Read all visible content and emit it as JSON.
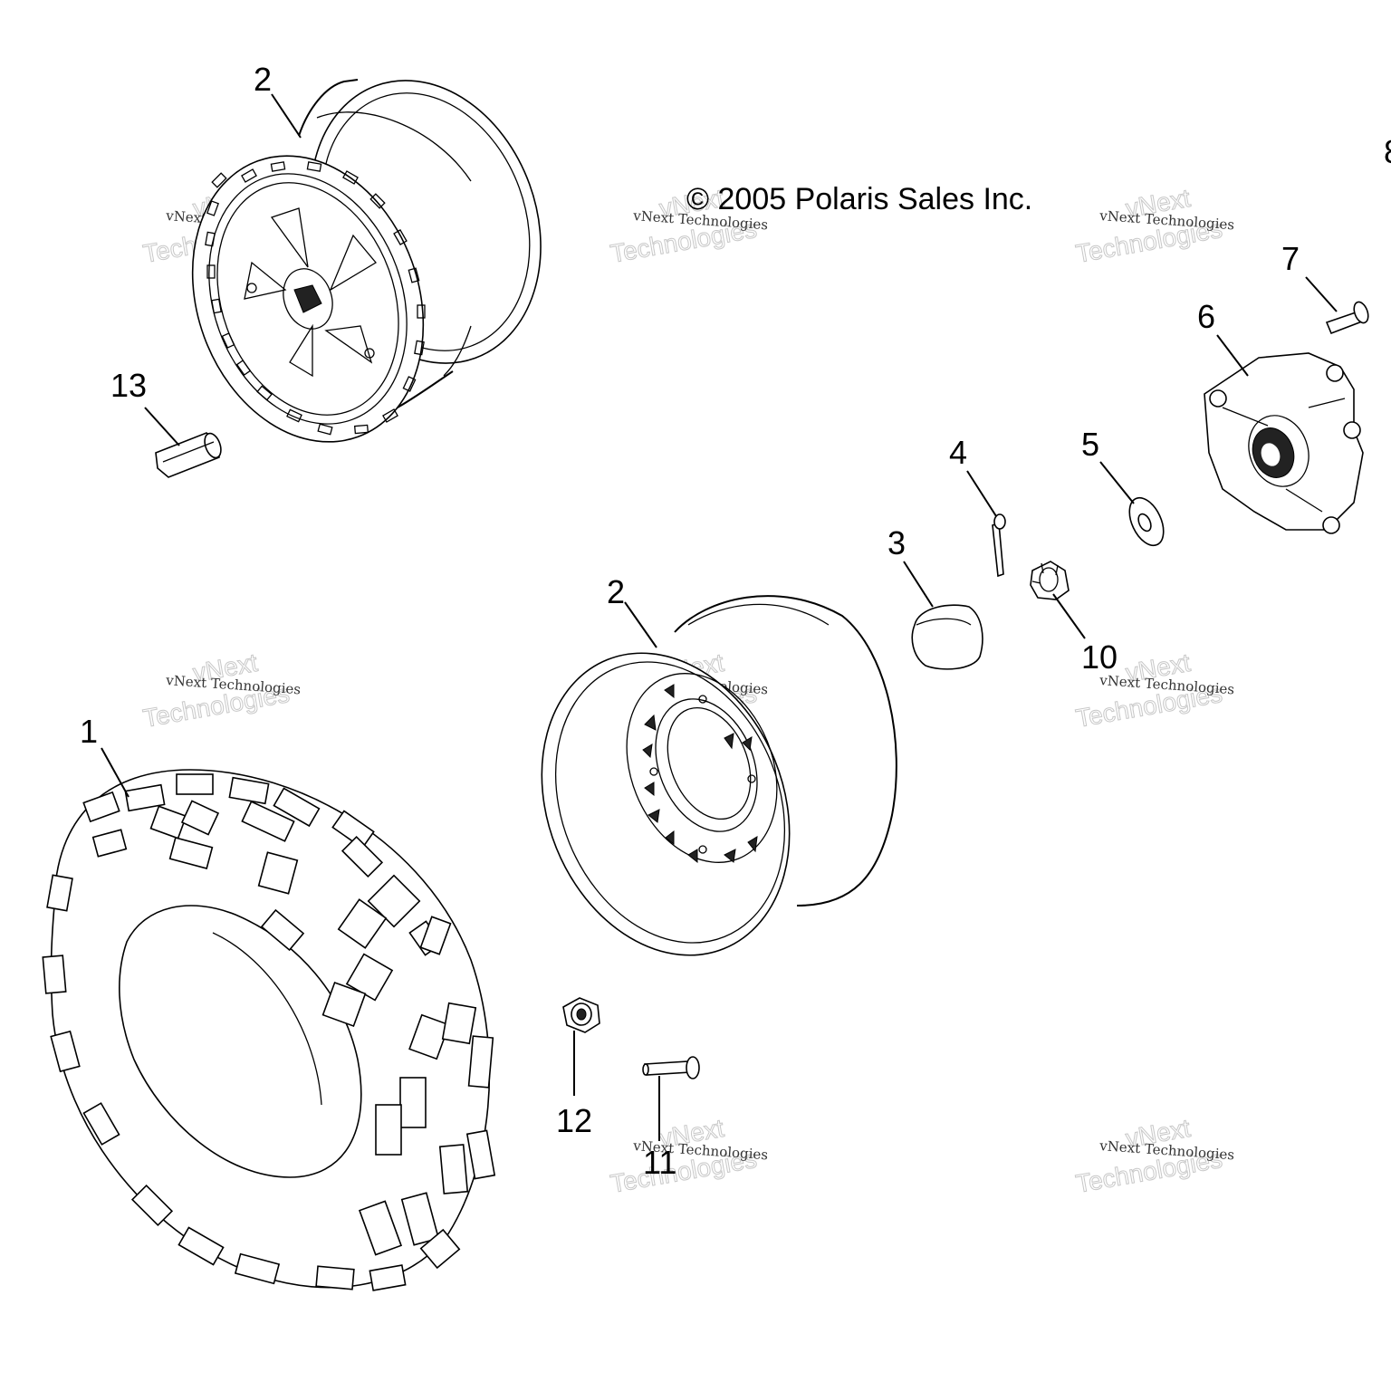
{
  "copyright": "© 2005 Polaris Sales Inc.",
  "watermark": {
    "line1": "vNext",
    "line2": "vNext Technologies",
    "line3": "Technologies"
  },
  "callouts": {
    "tire": "1",
    "wheel_top": "2",
    "wheel_mid": "2",
    "cap": "3",
    "cotter_pin": "4",
    "washer": "5",
    "hub": "6",
    "stud": "7",
    "edge_partial": "8",
    "castle_nut": "10",
    "bolt": "11",
    "lug_nut": "12",
    "valve": "13"
  }
}
